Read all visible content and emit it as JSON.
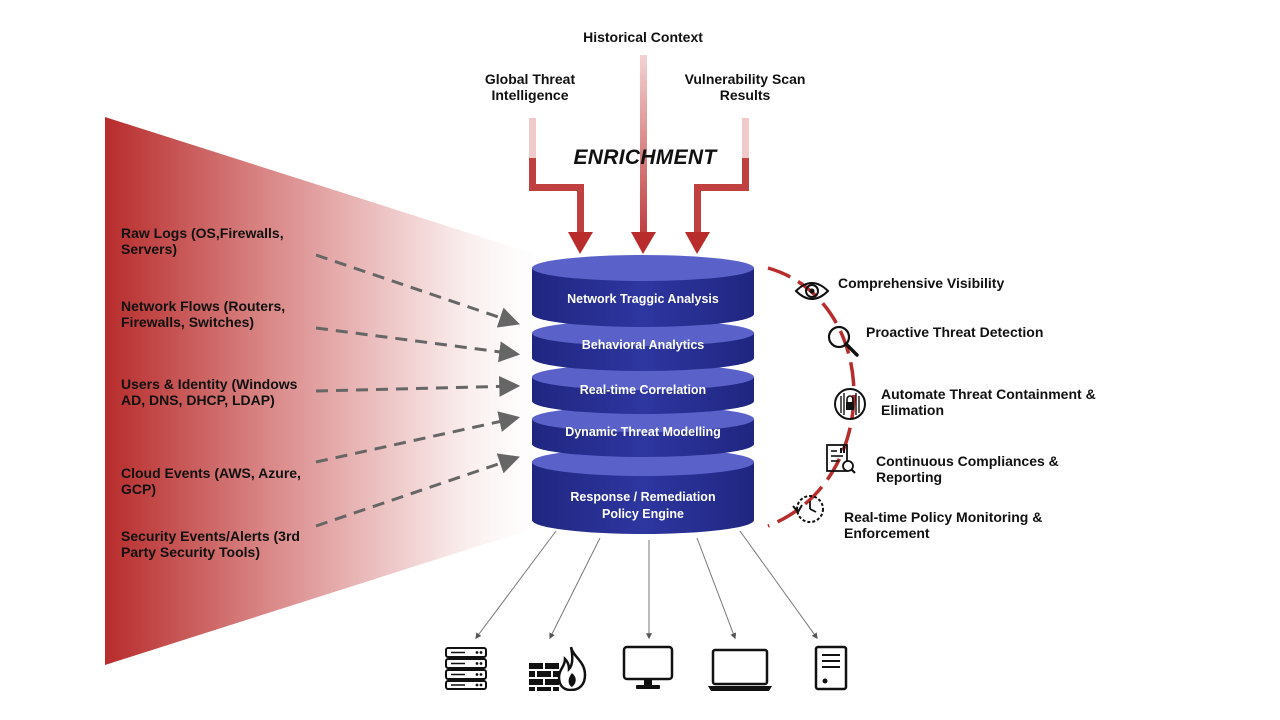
{
  "enrichment": {
    "title": "ENRICHMENT",
    "sources": [
      "Historical Context",
      "Global Threat Intelligence",
      "Vulnerability Scan Results"
    ]
  },
  "data_sources": [
    "Raw Logs (OS,Firewalls, Servers)",
    "Network Flows (Routers, Firewalls, Switches)",
    "Users & Identity (Windows AD, DNS, DHCP, LDAP)",
    "Cloud Events (AWS, Azure, GCP)",
    "Security Events/Alerts (3rd Party Security Tools)"
  ],
  "layers": [
    "Network Traggic Analysis",
    "Behavioral Analytics",
    "Real-time Correlation",
    "Dynamic Threat Modelling",
    "Response / Remediation Policy Engine"
  ],
  "outcomes": [
    {
      "label": "Comprehensive Visibility",
      "icon": "eye-icon"
    },
    {
      "label": "Proactive Threat Detection",
      "icon": "magnifier-icon"
    },
    {
      "label": "Automate Threat Containment & Elimation",
      "icon": "lock-shield-icon"
    },
    {
      "label": "Continuous Compliances & Reporting",
      "icon": "report-icon"
    },
    {
      "label": "Real-time Policy Monitoring & Enforcement",
      "icon": "clock-refresh-icon"
    }
  ],
  "endpoints": [
    "server-rack-icon",
    "firewall-icon",
    "monitor-icon",
    "laptop-icon",
    "tower-server-icon"
  ],
  "colors": {
    "accent_red": "#b82c2c",
    "db_blue": "#2a3191",
    "db_top": "#5a62c9",
    "arrow_gray": "#666666"
  }
}
